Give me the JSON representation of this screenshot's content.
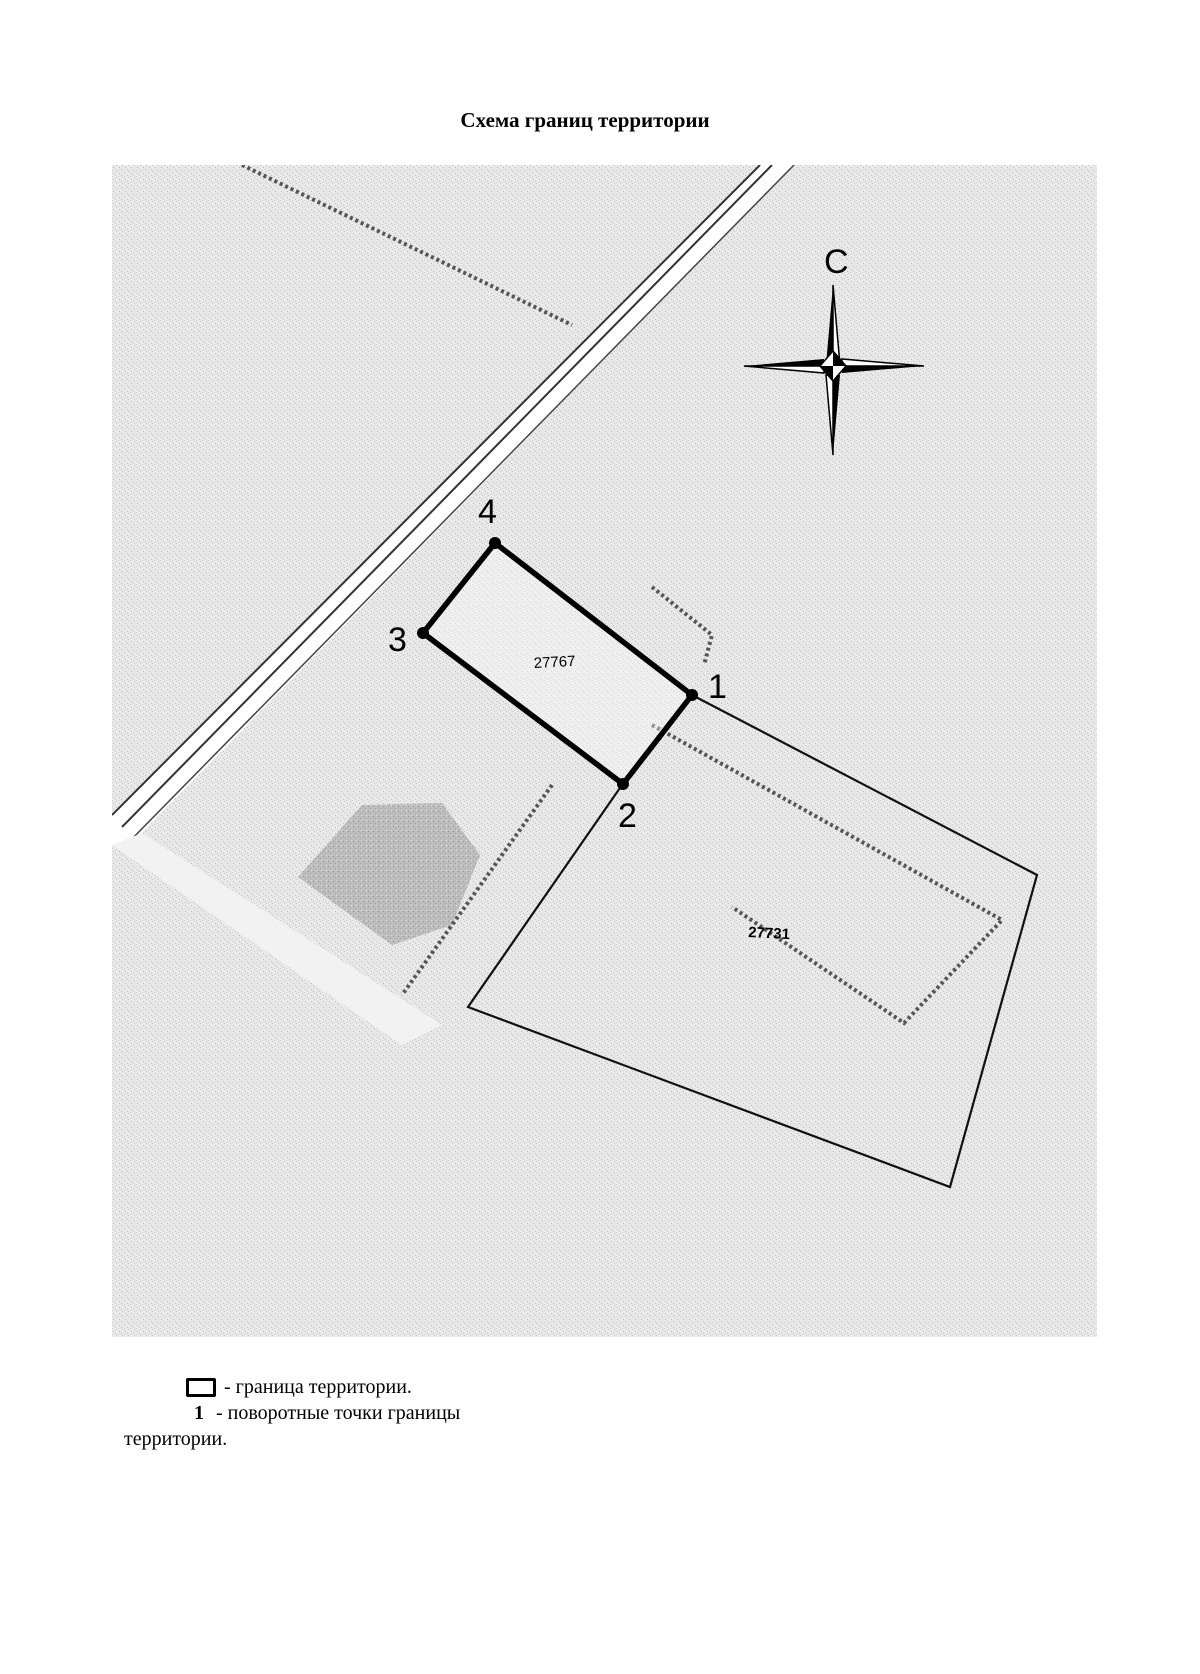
{
  "title": "Схема границ территории",
  "map": {
    "north_label": "С",
    "parcels": [
      {
        "id": "27767",
        "role": "territory"
      },
      {
        "id": "27731",
        "role": "neighbor"
      }
    ],
    "turn_points": [
      {
        "label": "1"
      },
      {
        "label": "2"
      },
      {
        "label": "3"
      },
      {
        "label": "4"
      }
    ],
    "colors": {
      "boundary": "#000000",
      "background_gray": "#e4e4e4",
      "dotted": "#555555"
    }
  },
  "legend": {
    "boundary_text": "- граница территории.",
    "point_symbol": "1",
    "point_text": "- поворотные точки границы территории."
  }
}
